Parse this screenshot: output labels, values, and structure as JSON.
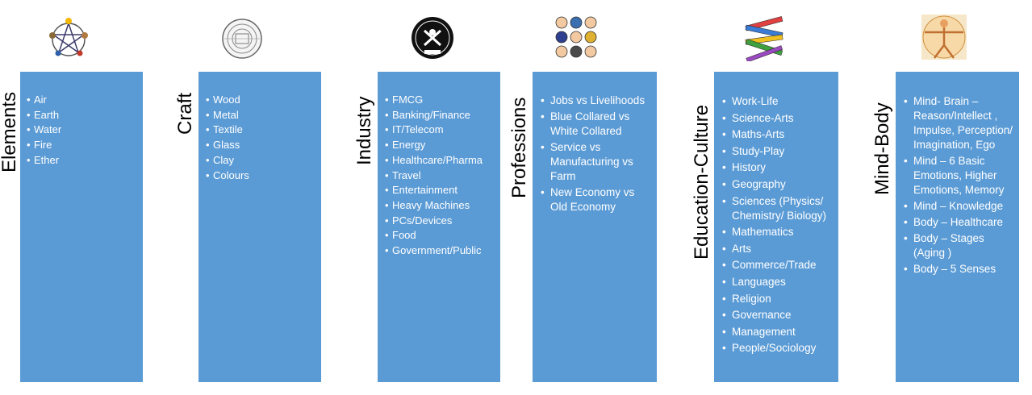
{
  "columns": [
    {
      "title": "Elements",
      "icon": "pentagram-elements-icon",
      "items": [
        "Air",
        "Earth",
        "Water",
        "Fire",
        "Ether"
      ]
    },
    {
      "title": "Craft",
      "icon": "craft-seal-icon",
      "items": [
        "Wood",
        "Metal",
        "Textile",
        "Glass",
        "Clay",
        "Colours"
      ]
    },
    {
      "title": "Industry",
      "icon": "industry-emblem-icon",
      "items": [
        "FMCG",
        "Banking/Finance",
        "IT/Telecom",
        "Energy",
        "Healthcare/Pharma",
        "Travel",
        "Entertainment",
        "Heavy Machines",
        "PCs/Devices",
        "Food",
        "Government/Public"
      ]
    },
    {
      "title": "Professions",
      "icon": "professions-people-icon",
      "items": [
        "Jobs vs Livelihoods",
        "Blue Collared vs White Collared",
        "Service vs Manufacturing vs Farm",
        "New Economy vs Old Economy"
      ]
    },
    {
      "title": "Education-Culture",
      "icon": "crayons-education-icon",
      "items": [
        "Work-Life",
        "Science-Arts",
        "Maths-Arts",
        "Study-Play",
        " History",
        "Geography",
        "Sciences (Physics/ Chemistry/ Biology)",
        "Mathematics",
        "Arts",
        "Commerce/Trade",
        "Languages",
        "Religion",
        "Governance",
        "Management",
        "People/Sociology"
      ]
    },
    {
      "title": "Mind-Body",
      "icon": "vitruvian-man-icon",
      "items": [
        "Mind- Brain – Reason/Intellect , Impulse, Perception/ Imagination, Ego",
        "Mind – 6 Basic Emotions, Higher Emotions, Memory",
        "Mind – Knowledge",
        "Body – Healthcare",
        "Body – Stages (Aging )",
        "Body – 5 Senses"
      ]
    }
  ],
  "colors": {
    "panel": "#5b9bd5",
    "text": "#ffffff"
  }
}
